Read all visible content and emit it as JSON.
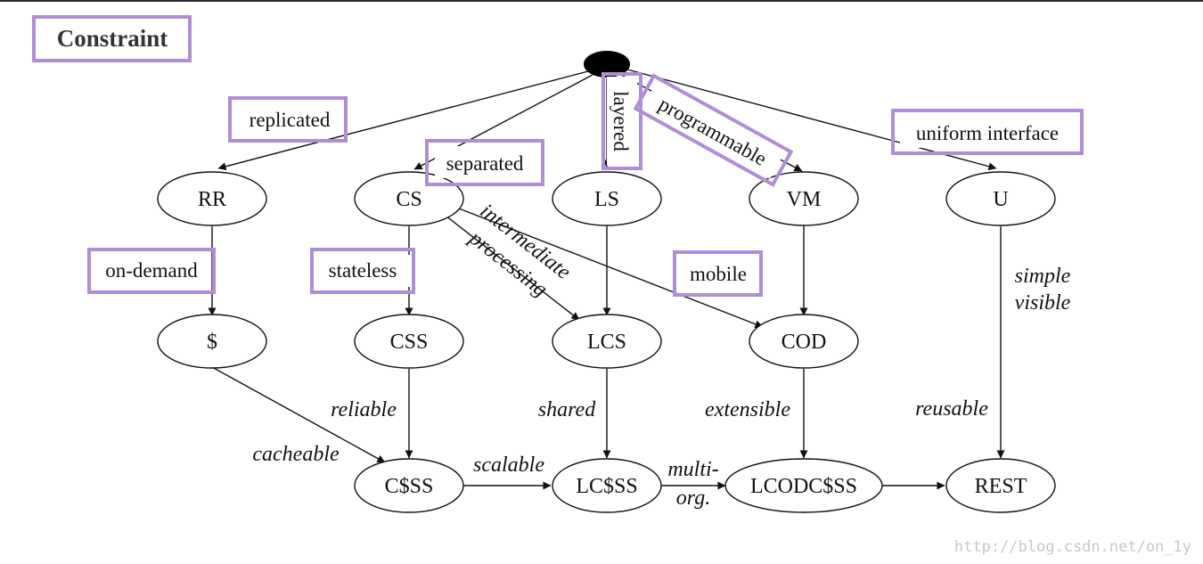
{
  "title": "Constraint",
  "watermark": "http://blog.csdn.net/on_1y",
  "colors": {
    "highlight": "#b08ed6",
    "line": "#111111",
    "root": "#000000"
  },
  "nodes": {
    "RR": "RR",
    "CS": "CS",
    "LS": "LS",
    "VM": "VM",
    "U": "U",
    "cache": "$",
    "CSS": "CSS",
    "LCS": "LCS",
    "COD": "COD",
    "CcSS": "C$SS",
    "LCcSS": "LC$SS",
    "LCODCcSS": "LCODC$SS",
    "REST": "REST"
  },
  "constraints": {
    "replicated": "replicated",
    "separated": "separated",
    "layered": "layered",
    "programmable": "programmable",
    "uniform_interface": "uniform interface",
    "on_demand": "on-demand",
    "stateless": "stateless",
    "mobile": "mobile"
  },
  "properties": {
    "intermediate": "intermediate",
    "processing": "processing",
    "simple": "simple",
    "visible": "visible",
    "reliable": "reliable",
    "shared": "shared",
    "extensible": "extensible",
    "reusable": "reusable",
    "cacheable": "cacheable",
    "scalable": "scalable",
    "multi": "multi-",
    "org": "org."
  }
}
